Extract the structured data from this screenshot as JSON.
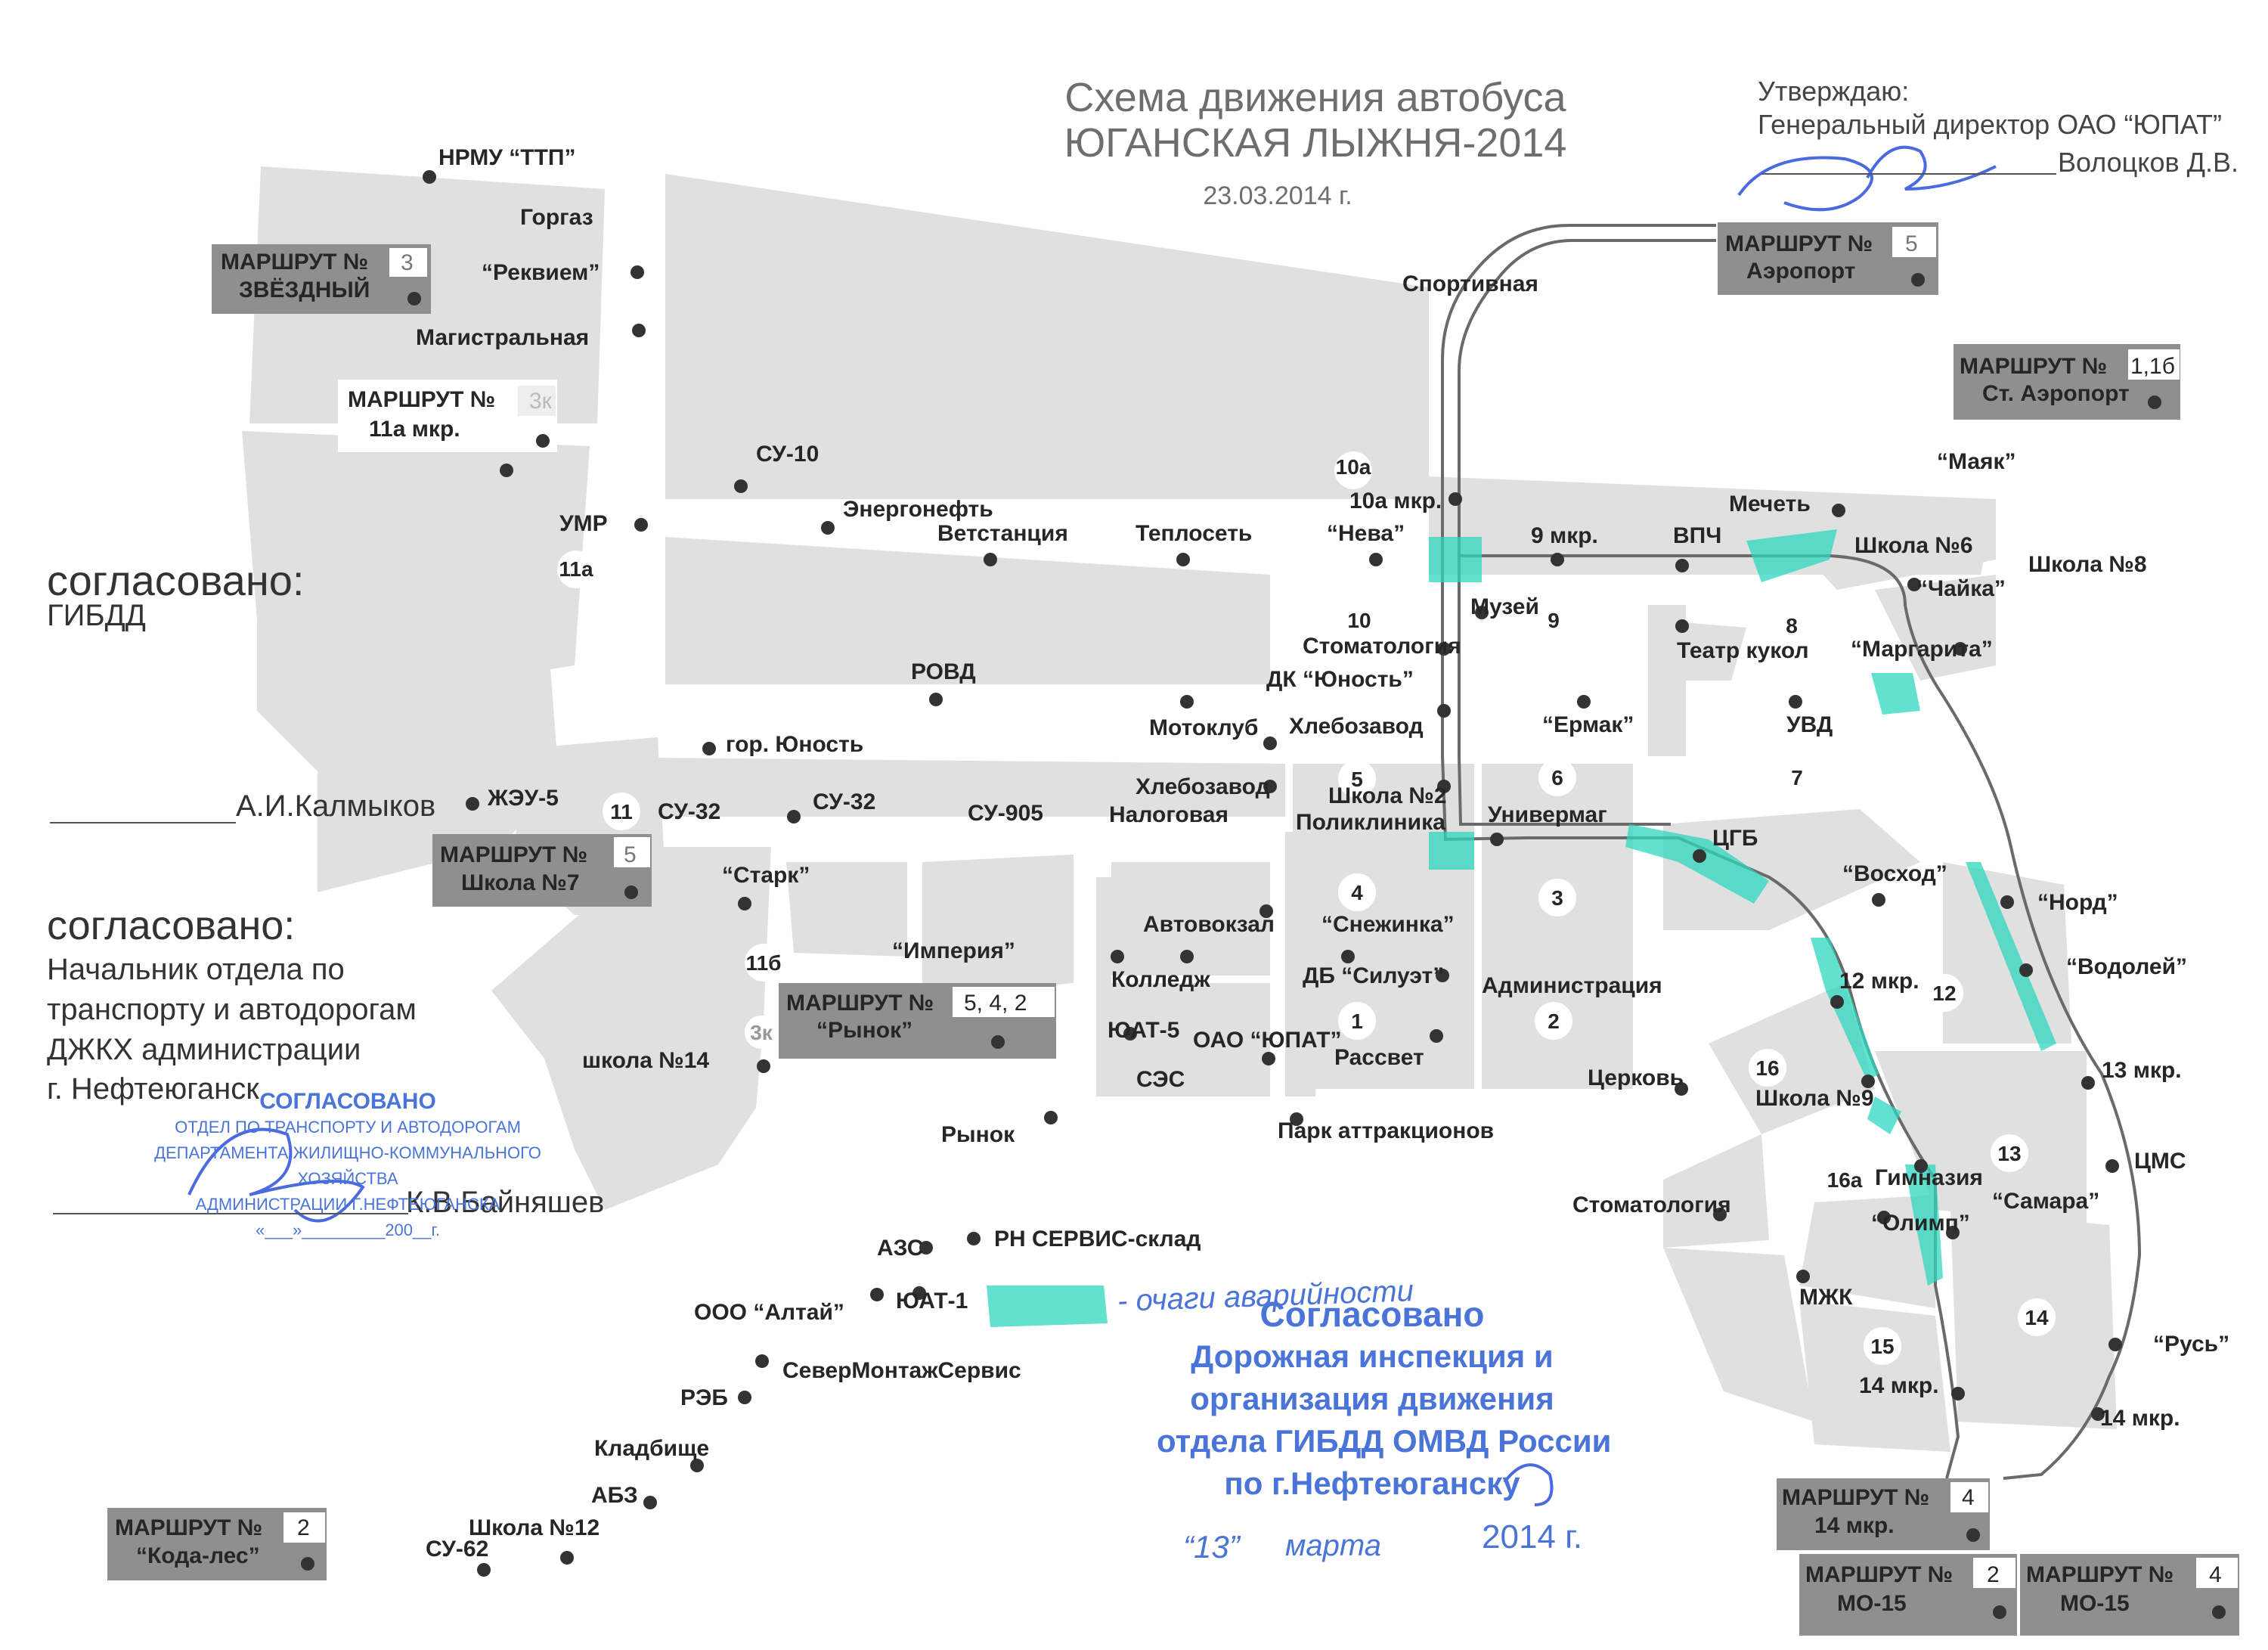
{
  "header": {
    "title_line1": "Схема движения автобуса",
    "title_line2": "ЮГАНСКАЯ ЛЫЖНЯ-2014",
    "date": "23.03.2014 г."
  },
  "approval": {
    "line1": "Утверждаю:",
    "line2": "Генеральный директор ОАО “ЮПАТ”",
    "signer": "Волоцков Д.В."
  },
  "agreements": {
    "gibdd_heading": "согласовано:",
    "gibdd_org": "ГИБДД",
    "gibdd_signer": "А.И.Калмыков",
    "transport_heading": "согласовано:",
    "transport_lines": [
      "Начальник отдела по",
      "транспорту и автодорогам",
      "ДЖКХ администрации",
      "г. Нефтеюганск"
    ],
    "transport_signer": "К.В.Байняшев"
  },
  "stamp_small": {
    "lines": [
      "СОГЛАСОВАНО",
      "ОТДЕЛ ПО ТРАНСПОРТУ И АВТОДОРОГАМ",
      "ДЕПАРТАМЕНТА ЖИЛИЩНО-КОММУНАЛЬНОГО",
      "ХОЗЯЙСТВА",
      "АДМИНИСТРАЦИИ Г.НЕФТЕЮГАНСКА",
      "«___»_________200__г."
    ]
  },
  "stamp_large": {
    "lines": [
      "Согласовано",
      "Дорожная инспекция и",
      "организация движения",
      "отдела ГИБДД ОМВД России",
      "по г.Нефтеюганску"
    ],
    "date_day": "“13”",
    "date_month": "марта",
    "date_year": "2014 г."
  },
  "handwritten_note": "- очаги аварийности",
  "route_boxes": [
    {
      "label": "МАРШРУТ №",
      "num": "3",
      "name": "ЗВЁЗДНЫЙ",
      "shade": "dark"
    },
    {
      "label": "МАРШРУТ №",
      "num": "3к",
      "name": "11а мкр.",
      "shade": "light"
    },
    {
      "label": "МАРШРУТ №",
      "num": "5",
      "name": "Аэропорт",
      "shade": "dark"
    },
    {
      "label": "МАРШРУТ №",
      "num": "1,1б",
      "name": "Ст. Аэропорт",
      "shade": "dark"
    },
    {
      "label": "МАРШРУТ №",
      "num": "5",
      "name": "Школа №7",
      "shade": "dark"
    },
    {
      "label": "МАРШРУТ №",
      "num": "5, 4, 2",
      "name": "“Рынок”",
      "shade": "dark"
    },
    {
      "label": "МАРШРУТ №",
      "num": "2",
      "name": "“Кода-лес”",
      "shade": "dark"
    },
    {
      "label": "МАРШРУТ №",
      "num": "4",
      "name": "14 мкр.",
      "shade": "dark"
    },
    {
      "label": "МАРШРУТ №",
      "num": "2",
      "name": "МО-15",
      "shade": "dark"
    },
    {
      "label": "МАРШРУТ №",
      "num": "4",
      "name": "МО-15",
      "shade": "dark"
    }
  ],
  "stops": [
    "НРМУ “ТТП”",
    "Горгаз",
    "“Реквием”",
    "Магистральная",
    "УМР",
    "СУ-10",
    "Энергонефть",
    "Ветстанция",
    "Теплосеть",
    "“Нева”",
    "10а мкр.",
    "Спортивная",
    "9 мкр.",
    "ВПЧ",
    "Мечеть",
    "Школа №6",
    "“Маяк”",
    "Школа №8",
    "“Чайка”",
    "Музей",
    "Театр кукол",
    "“Маргарита”",
    "Стоматология",
    "ДК “Юность”",
    "РОВД",
    "Мотоклуб",
    "Хлебозавод",
    "“Ермак”",
    "УВД",
    "гор. Юность",
    "ЖЭУ-5",
    "СУ-32",
    "СУ-32",
    "СУ-905",
    "Хлебозавод",
    "Налоговая",
    "Школа №2",
    "Поликлиника",
    "Универмаг",
    "ЦГБ",
    "“Восход”",
    "“Норд”",
    "“Старк”",
    "Автовокзал",
    "“Снежинка”",
    "“Империя”",
    "Колледж",
    "ДБ “Силуэт”",
    "Администрация",
    "12 мкр.",
    "“Водолей”",
    "ЮАТ-5",
    "ОАО “ЮПАТ”",
    "СЭС",
    "Рассвет",
    "Церковь",
    "Школа №9",
    "13 мкр.",
    "школа №14",
    "Рынок",
    "Парк аттракционов",
    "ЦМС",
    "Гимназия",
    "Стоматология",
    "“Самара”",
    "“Олимп”",
    "АЗС",
    "РН СЕРВИС-склад",
    "ООО “Алтай”",
    "ЮАТ-1",
    "МЖК",
    "СеверМонтажСервис",
    "РЭБ",
    "“Русь”",
    "14 мкр.",
    "Кладбище",
    "АБЗ",
    "Школа №12",
    "СУ-62",
    "14 мкр."
  ],
  "districts": [
    "10а",
    "11а",
    "10",
    "9",
    "8",
    "11",
    "5",
    "6",
    "7",
    "4",
    "3",
    "11б",
    "1",
    "2",
    "12",
    "16",
    "13",
    "16а",
    "14",
    "15",
    "3к"
  ]
}
